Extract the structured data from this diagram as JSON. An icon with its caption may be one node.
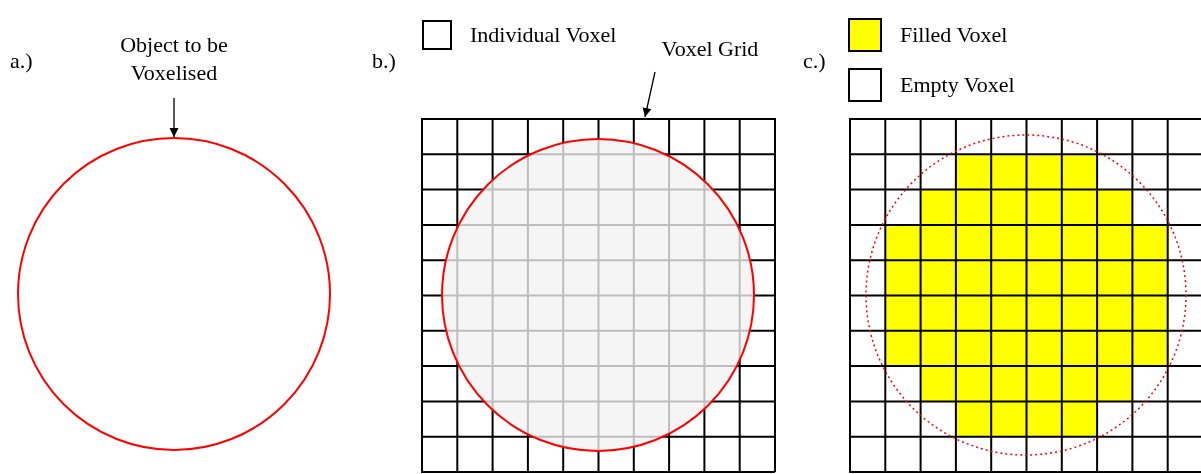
{
  "diagram": {
    "nodes": [
      {
        "text": [
          "Object to be Voxelised"
        ]
      },
      {
        "text": [],
        "shape": "circle"
      },
      {
        "text": [
          "Voxel Grid"
        ]
      },
      {
        "text": [],
        "shape": "grid"
      }
    ],
    "edges": [
      {
        "from": 0,
        "to": 1,
        "arrow": "to"
      },
      {
        "from": 2,
        "to": 3,
        "arrow": "to"
      }
    ],
    "labels": [
      "a.)",
      "b.)",
      "c.)"
    ],
    "legend": [
      {
        "text": "Individual Voxel",
        "color": "#ffffff"
      },
      {
        "text": "Filled Voxel",
        "color": "#ffff00"
      },
      {
        "text": "Empty Voxel",
        "color": "#ffffff"
      }
    ]
  }
}
